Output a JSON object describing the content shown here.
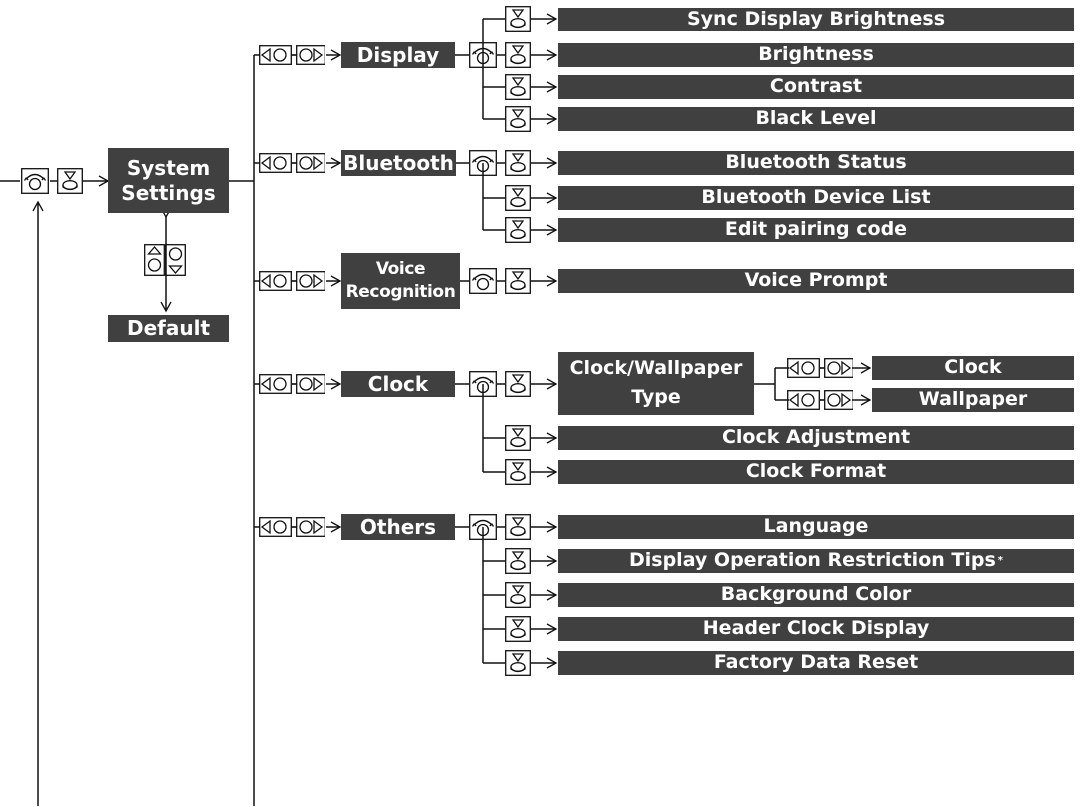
{
  "root": {
    "label_l1": "System",
    "label_l2": "Settings"
  },
  "default": {
    "label": "Default"
  },
  "display": {
    "label": "Display",
    "items": [
      "Sync Display Brightness",
      "Brightness",
      "Contrast",
      "Black Level"
    ]
  },
  "bluetooth": {
    "label": "Bluetooth",
    "items": [
      "Bluetooth Status",
      "Bluetooth Device List",
      "Edit pairing code"
    ]
  },
  "voice": {
    "label_l1": "Voice",
    "label_l2": "Recognition",
    "items": [
      "Voice Prompt"
    ]
  },
  "clock": {
    "label": "Clock",
    "wallpaper_type": {
      "label_l1": "Clock/Wallpaper",
      "label_l2": "Type",
      "items": [
        "Clock",
        "Wallpaper"
      ]
    },
    "items": [
      "Clock Adjustment",
      "Clock Format"
    ]
  },
  "others": {
    "label": "Others",
    "items": [
      "Language",
      "Display Operation Restriction Tips",
      "Background Color",
      "Header Clock Display",
      "Factory Data Reset"
    ],
    "footnote_mark": "*"
  },
  "icons": [
    "rotate-knob-icon",
    "press-knob-icon",
    "move-left-right-icon",
    "move-up-down-icon"
  ]
}
